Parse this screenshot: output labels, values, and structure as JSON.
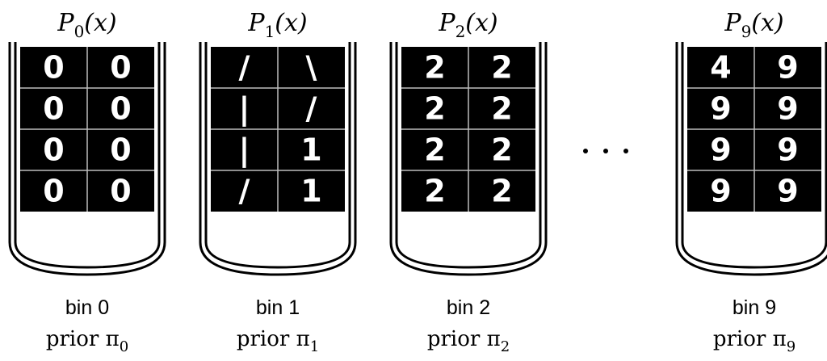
{
  "bins": [
    {
      "title": {
        "letter": "P",
        "sub": "0",
        "arg": "(x)"
      },
      "bin_label": "bin 0",
      "prior": {
        "word": "prior",
        "symbol": "π",
        "sub": "0"
      },
      "digits": [
        "0",
        "0",
        "0",
        "0",
        "0",
        "0",
        "0",
        "0"
      ]
    },
    {
      "title": {
        "letter": "P",
        "sub": "1",
        "arg": "(x)"
      },
      "bin_label": "bin 1",
      "prior": {
        "word": "prior",
        "symbol": "π",
        "sub": "1"
      },
      "digits": [
        "/",
        "\\",
        "|",
        "/",
        "|",
        "1",
        "/",
        "1"
      ]
    },
    {
      "title": {
        "letter": "P",
        "sub": "2",
        "arg": "(x)"
      },
      "bin_label": "bin 2",
      "prior": {
        "word": "prior",
        "symbol": "π",
        "sub": "2"
      },
      "digits": [
        "2",
        "2",
        "2",
        "2",
        "2",
        "2",
        "2",
        "2"
      ]
    },
    {
      "title": {
        "letter": "P",
        "sub": "9",
        "arg": "(x)"
      },
      "bin_label": "bin 9",
      "prior": {
        "word": "prior",
        "symbol": "π",
        "sub": "9"
      },
      "digits": [
        "4",
        "9",
        "9",
        "9",
        "9",
        "9",
        "9",
        "9"
      ]
    }
  ],
  "ellipsis": "· · ·"
}
